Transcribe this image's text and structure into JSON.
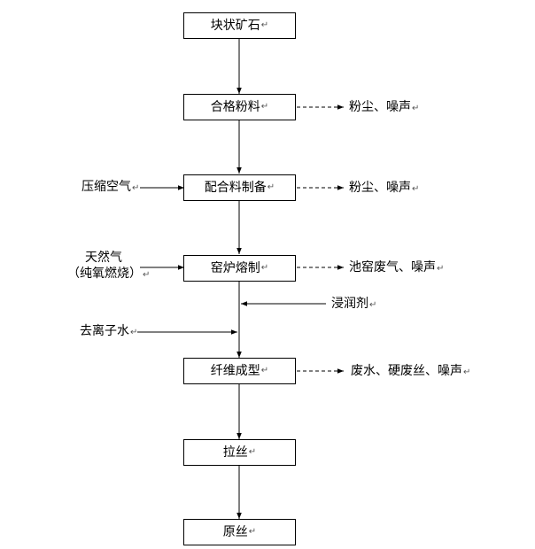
{
  "process": {
    "steps": [
      {
        "label": "块状矿石"
      },
      {
        "label": "合格粉料"
      },
      {
        "label": "配合料制备"
      },
      {
        "label": "窑炉熔制"
      },
      {
        "label": "纤维成型"
      },
      {
        "label": "拉丝"
      },
      {
        "label": "原丝"
      }
    ]
  },
  "inputs": {
    "compressed_air": "压缩空气",
    "natural_gas_line1": "天然气",
    "natural_gas_line2": "（纯氧燃烧）",
    "wetting_agent": "浸润剂",
    "deionized_water": "去离子水"
  },
  "outputs": {
    "powder_emissions": "粉尘、噪声",
    "batching_emissions": "粉尘、噪声",
    "kiln_emissions": "池窑废气、噪声",
    "forming_emissions": "废水、硬废丝、噪声"
  },
  "return_mark": "↵"
}
